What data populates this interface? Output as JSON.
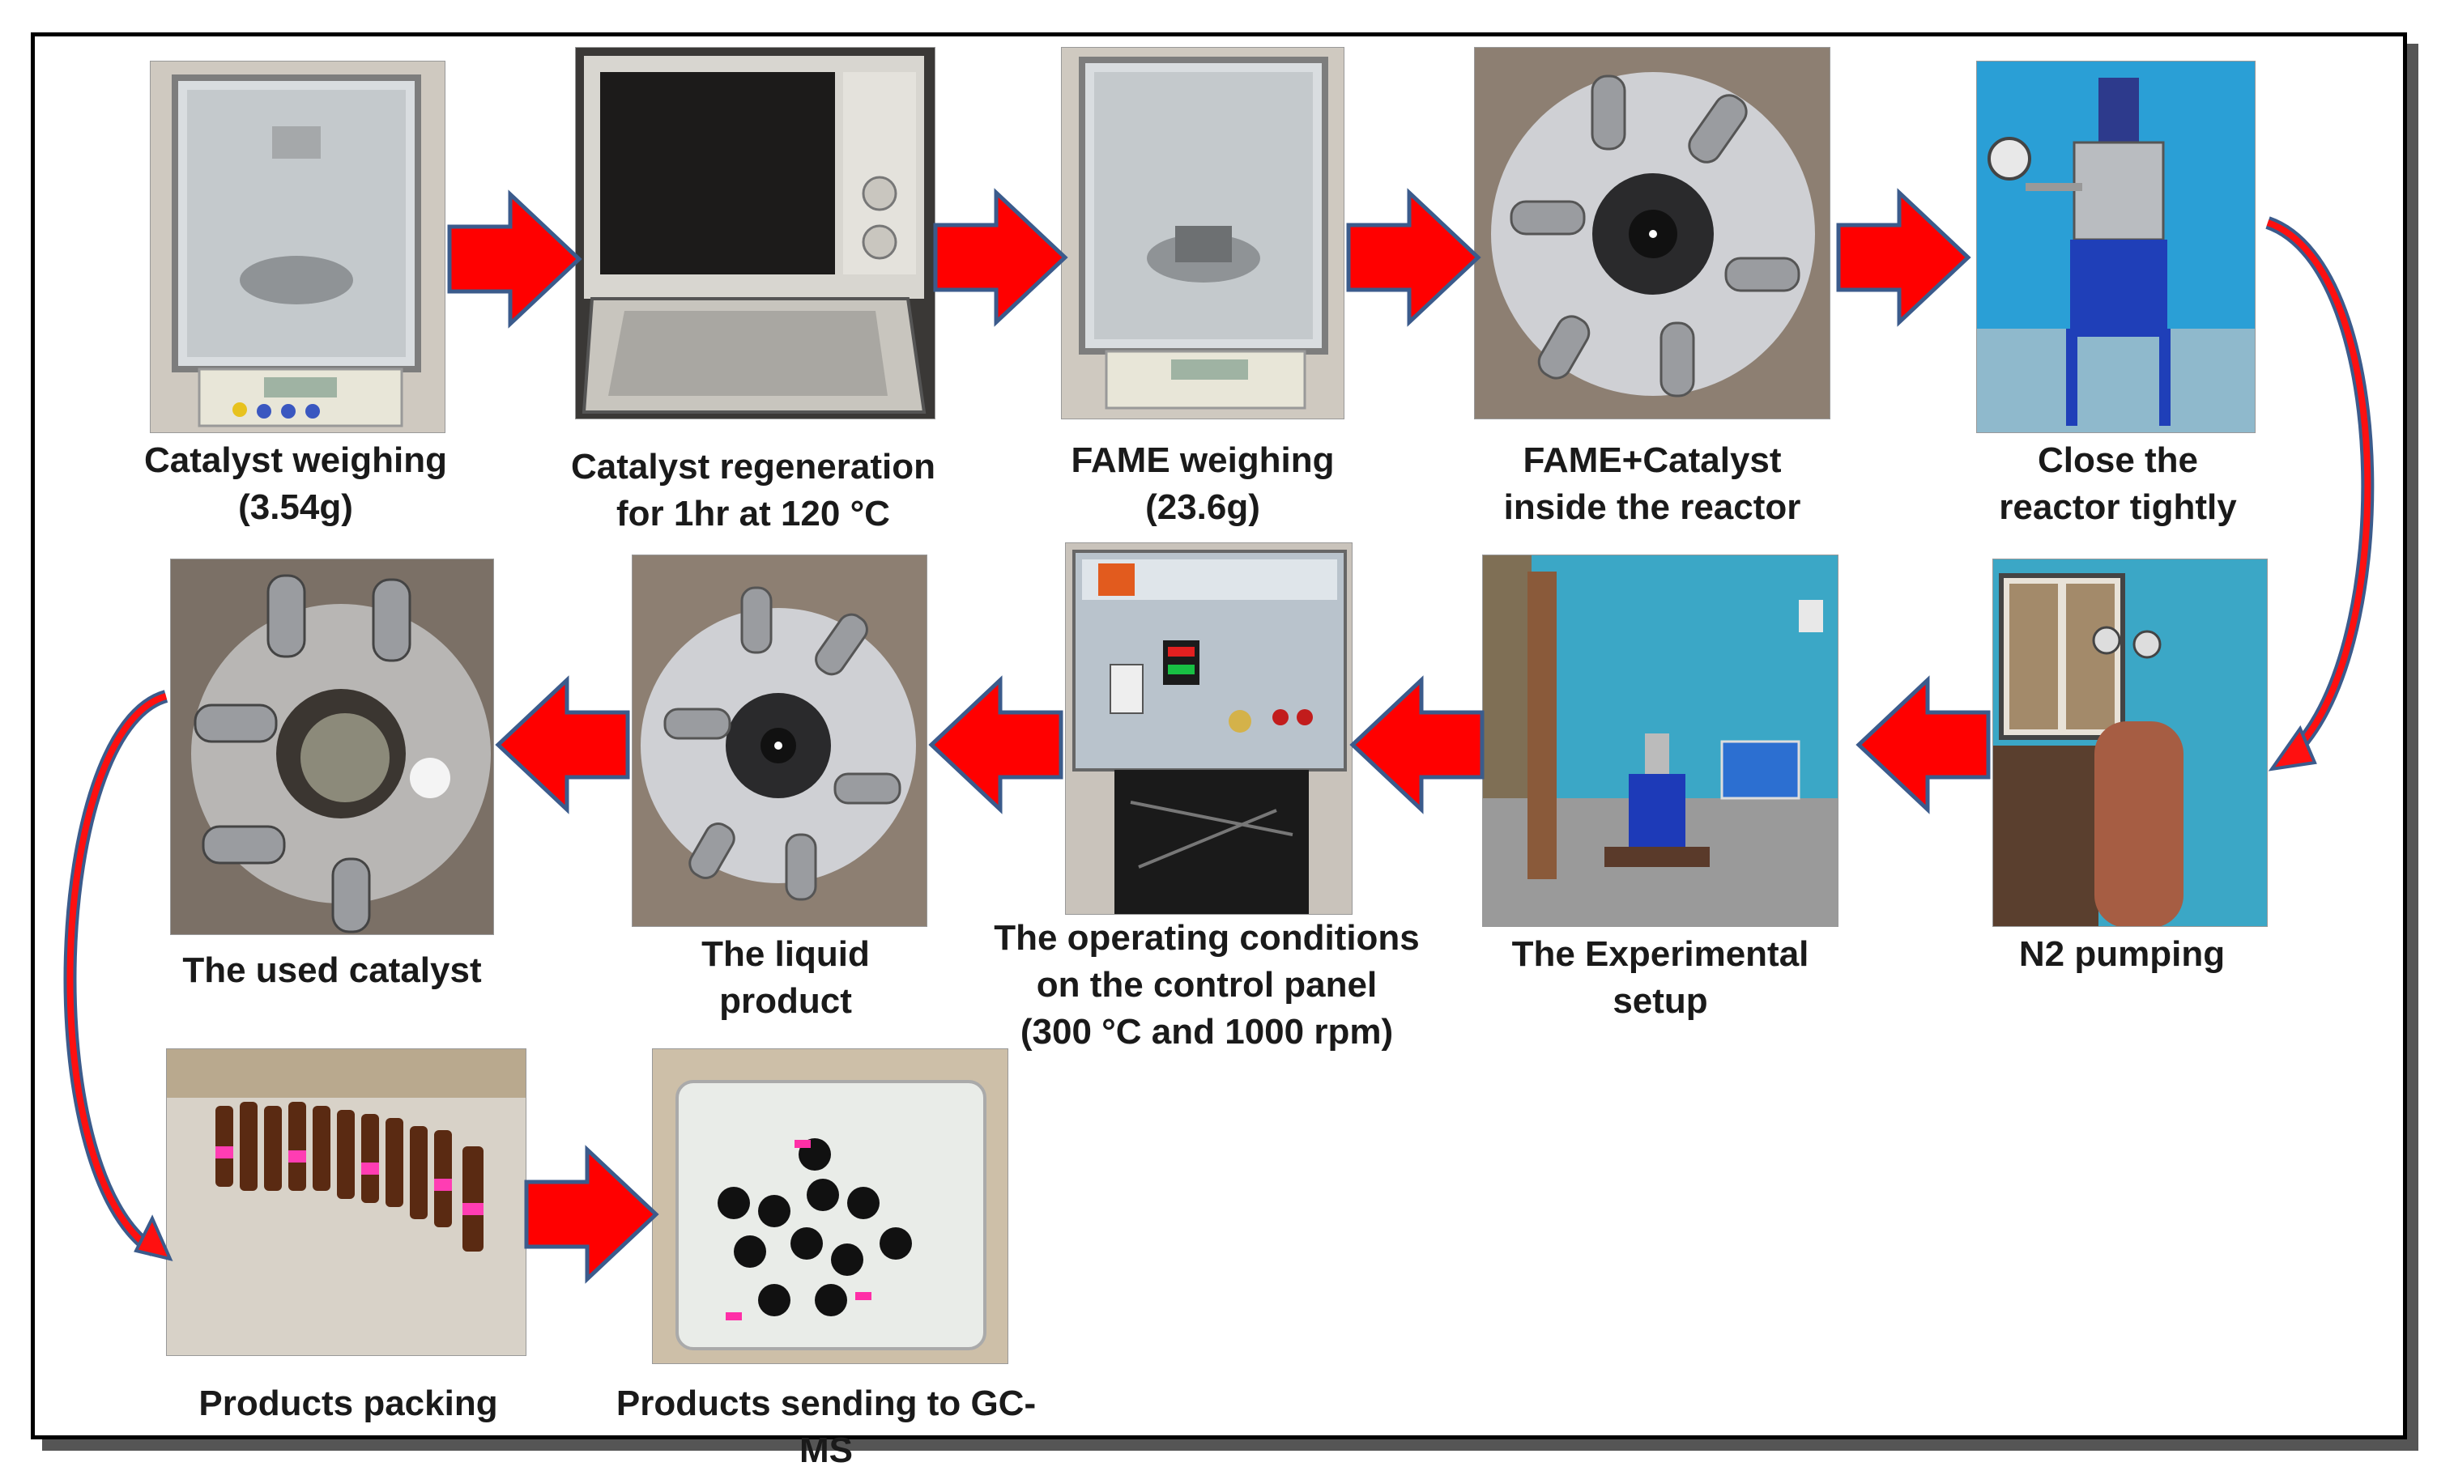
{
  "steps": [
    {
      "caption": "Catalyst weighing\n(3.54g)",
      "icon": "analytical-balance-photo"
    },
    {
      "caption": "Catalyst regeneration\nfor 1hr at 120 °C",
      "icon": "oven-photo"
    },
    {
      "caption": "FAME weighing\n(23.6g)",
      "icon": "analytical-balance-photo"
    },
    {
      "caption": "FAME+Catalyst\ninside the reactor",
      "icon": "reactor-lid-photo"
    },
    {
      "caption": "Close the\nreactor tightly",
      "icon": "closed-reactor-photo"
    },
    {
      "caption": "N2 pumping",
      "icon": "nitrogen-cylinder-photo"
    },
    {
      "caption": "The Experimental\nsetup",
      "icon": "experimental-setup-photo"
    },
    {
      "caption": "The operating conditions\non the control panel\n(300 °C and 1000 rpm)",
      "icon": "control-panel-photo"
    },
    {
      "caption": "The liquid\nproduct",
      "icon": "reactor-lid-photo"
    },
    {
      "caption": "The used catalyst",
      "icon": "used-catalyst-photo"
    },
    {
      "caption": "Products packing",
      "icon": "product-bottles-photo"
    },
    {
      "caption": "Products sending to GC-MS",
      "icon": "sample-vials-photo"
    }
  ],
  "colors": {
    "arrow_fill": "#ff0000",
    "arrow_stroke": "#3b5b8c",
    "curve_stroke": "#3b5b8c",
    "curve_fill": "#ff1010"
  }
}
